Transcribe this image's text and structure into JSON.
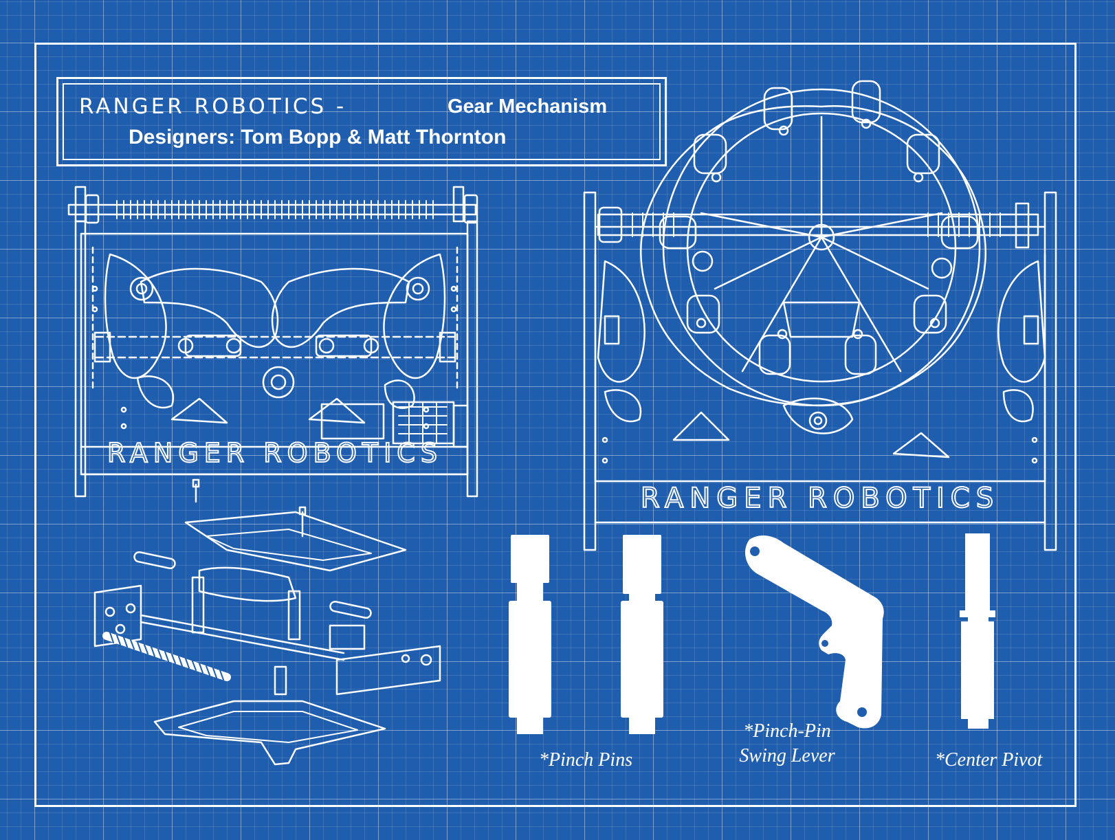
{
  "title": {
    "line1_main": "RANGER ROBOTICS -",
    "line1_sub": "Gear Mechanism",
    "line2": "Designers: Tom Bopp & Matt Thornton"
  },
  "plate_labels": {
    "left_view": "RANGER ROBOTICS",
    "right_view": "RANGER ROBOTICS"
  },
  "captions": {
    "pinch_pins": "*Pinch Pins",
    "swing_lever_line1": "*Pinch-Pin",
    "swing_lever_line2": "Swing Lever",
    "center_pivot": "*Center Pivot"
  },
  "colors": {
    "paper": "#1f5eae",
    "ink": "#ffffff"
  }
}
